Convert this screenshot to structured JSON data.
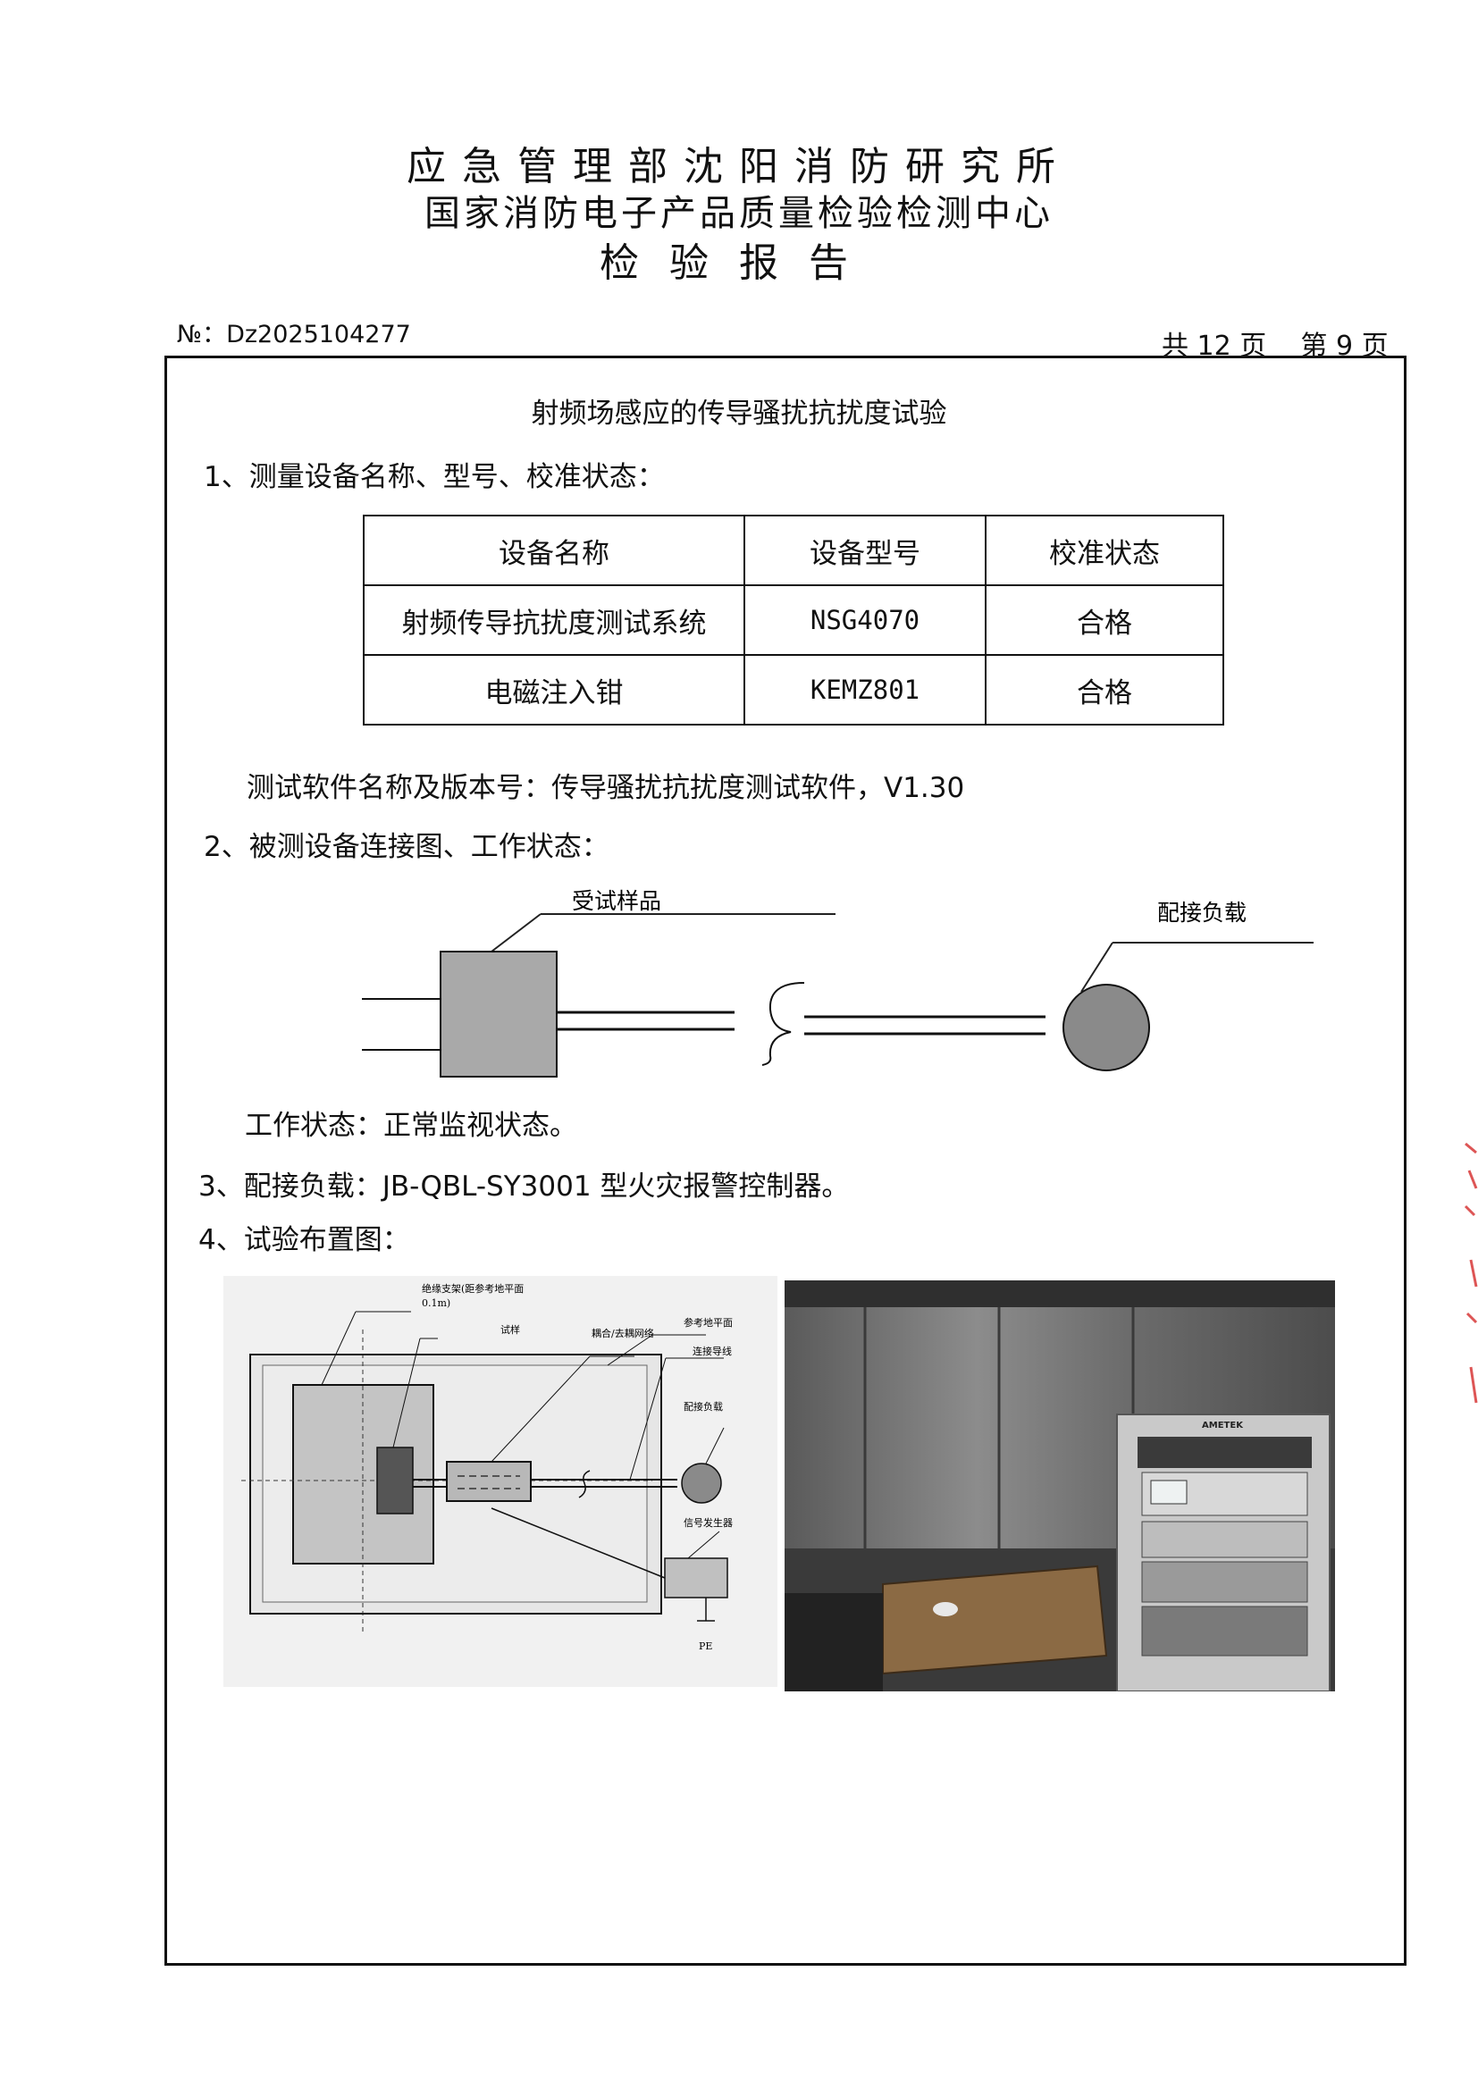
{
  "header": {
    "line1": "应急管理部沈阳消防研究所",
    "line2": "国家消防电子产品质量检验检测中心",
    "line3": "检验报告"
  },
  "report_no": "№：Dz2025104277",
  "page": {
    "total": "共 12 页",
    "current": "第 9 页"
  },
  "section_title": "射频场感应的传导骚扰抗扰度试验",
  "s1_title": "1、测量设备名称、型号、校准状态：",
  "equipment_table": {
    "headers": [
      "设备名称",
      "设备型号",
      "校准状态"
    ],
    "rows": [
      [
        "射频传导抗扰度测试系统",
        "NSG4070",
        "合格"
      ],
      [
        "电磁注入钳",
        "KEMZ801",
        "合格"
      ]
    ]
  },
  "software_line": "测试软件名称及版本号：传导骚扰抗扰度测试软件，V1.30",
  "s2_title": "2、被测设备连接图、工作状态：",
  "connection_diagram": {
    "label_eut": "受试样品",
    "label_load": "配接负载"
  },
  "work_state": "工作状态：正常监视状态。",
  "s3_line": "3、配接负载：JB-QBL-SY3001 型火灾报警控制器。",
  "s4_title": "4、试验布置图：",
  "layout_diagram": {
    "label_support": "绝缘支架(距参考地平面",
    "label_support_2": "0.1m)",
    "label_sample": "试样",
    "label_cdn": "耦合/去耦网络",
    "label_ground": "参考地平面",
    "label_wire": "连接导线",
    "label_load": "配接负载",
    "label_generator": "信号发生器",
    "label_pe": "PE"
  },
  "photo": {
    "brand_label": "AMETEK"
  }
}
